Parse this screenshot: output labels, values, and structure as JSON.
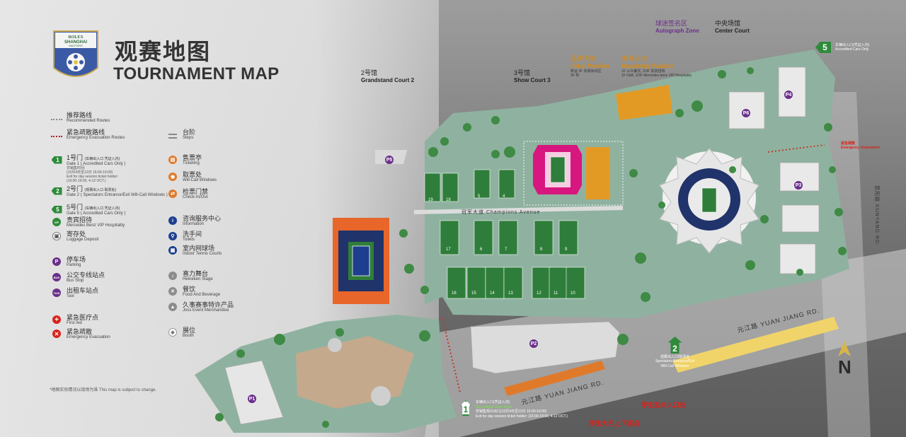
{
  "header": {
    "title_cn": "观赛地图",
    "title_en": "TOURNAMENT MAP",
    "logo": {
      "line1": "ROLEX",
      "line2": "SHANGHAI",
      "line3": "MASTERS"
    }
  },
  "legend": {
    "recommended_routes": {
      "cn": "推荐路线",
      "en": "Recommended Routes"
    },
    "evacuation_routes": {
      "cn": "紧急疏散路线",
      "en": "Emergency Evacuation Routes"
    },
    "steps": {
      "cn": "台阶",
      "en": "Steps"
    },
    "gate1": {
      "num": "1",
      "cn": "1号门",
      "cn_note": "(车辆出入口 凭证入内)",
      "en": "Gate 1 ( Accredited Cars Only )",
      "extra1": "非销售时间:",
      "extra2": "(10月4日至12日 16:00-19:00)",
      "extra3": "Exit for day session ticket holder:",
      "extra4": "(16:00-19:00, 4-12 OCT.)"
    },
    "gate2": {
      "num": "2",
      "cn": "2号门",
      "cn_note": "(观赛出入口 取票处)",
      "en": "Gate 2 ( Spectators Entrance/Exit Will-Call Windows )"
    },
    "gate5": {
      "num": "5",
      "cn": "5号门",
      "cn_note": "(车辆出入口 凭证入内)",
      "en": "Gate 5 ( Accredited Cars Only )"
    },
    "vip": {
      "cn": "贵宾招待",
      "en": "Mercedes Benz VIP Hospitality",
      "sym": "VIP"
    },
    "luggage": {
      "cn": "寄存处",
      "en": "Luggage Deposit"
    },
    "parking": {
      "cn": "停车场",
      "en": "Parking",
      "sym": "P"
    },
    "bus": {
      "cn": "公交专线站点",
      "en": "Bus Stop",
      "sym": "BUS"
    },
    "taxi": {
      "cn": "出租车站点",
      "en": "Taxi",
      "sym": "TAXI"
    },
    "first_aid": {
      "cn": "紧急医疗点",
      "en": "First Aid"
    },
    "evacuation": {
      "cn": "紧急疏散",
      "en": "Emergency Evacuation"
    },
    "ticketing": {
      "cn": "售票亭",
      "en": "Ticketing"
    },
    "will_call": {
      "cn": "取票处",
      "en": "Will-Call Windows"
    },
    "check_in": {
      "cn": "检票门禁",
      "en": "Check-In/Out"
    },
    "information": {
      "cn": "咨询服务中心",
      "en": "Information"
    },
    "toilets": {
      "cn": "洗手间",
      "en": "Toilets"
    },
    "indoor_courts": {
      "cn": "室内网球场",
      "en": "Indoor Tennis Courts"
    },
    "heineken": {
      "cn": "喜力舞台",
      "en": "Heineken Stage"
    },
    "food": {
      "cn": "餐饮",
      "en": "Food And Beverage"
    },
    "merch": {
      "cn": "久事赛事特许产品",
      "en": "Joss Event Merchandise"
    },
    "booth": {
      "cn": "展位",
      "en": "Booth"
    }
  },
  "note": "*地图实际情况以现场为准  This map is subject to change.",
  "map": {
    "center_court": {
      "cn": "中央场馆",
      "en": "Center Court"
    },
    "autograph_zone": {
      "cn": "球迷签名区",
      "en": "Autograph Zone"
    },
    "grandstand": {
      "cn": "2号馆",
      "en": "Grandstand Court 2"
    },
    "show_court": {
      "cn": "3号馆",
      "en": "Show Court 3"
    },
    "retail": {
      "cn": "品牌天地",
      "en": "Retail Pavilion",
      "note1": "新运 2F 贸易休闲区",
      "note2": "2F 桥"
    },
    "hospitality": {
      "cn": "美食天地",
      "en": "Hospitality Pavilion",
      "note1": "1F 公众餐饮, 2/3F 贵宾招待",
      "note2": "1F F&B, 2/3F Mercedes benz VIP Hospitality"
    },
    "champions_avenue": "冠军大道  Champions Avenue",
    "road_yuanjiang_1": "元江路  YUAN JIANG RD.",
    "road_yuanjiang_2": "元江路  YUAN JIANG RD.",
    "road_kunyang": "昆阳路  KUNYANG RD.",
    "student_gate": "学生观众入口处",
    "student_bus": "学生大巴上下客点",
    "evac_label": "紧急疏散",
    "evac_label_en": "Emergency Evacuation",
    "gate5_sign": {
      "num": "5",
      "cn": "车辆出入口(凭证入内)",
      "en": "Accredited Cars Only"
    },
    "gate1_sign": {
      "num": "1",
      "cn": "车辆出入口(凭证入内)",
      "en": "Accredited Cars Only",
      "extra1": "非销售观众出口(10月4日至12日 16:00-19:00)",
      "extra2": "Exit for day session ticket holder: (16:00-19:00, 4-12 OCT.)"
    },
    "gate2_sign": {
      "num": "2",
      "cn": "观赛出入口/取票处",
      "en": "Spectators Entrance/Exit",
      "en2": "Will-Call Windows"
    },
    "north": "N",
    "parking_labels": [
      "P1",
      "P2",
      "P3",
      "P4",
      "P5",
      "P6"
    ],
    "court_numbers": [
      "19",
      "18",
      "5",
      "4",
      "17",
      "6",
      "7",
      "8",
      "9",
      "16",
      "15",
      "14",
      "13",
      "12",
      "11",
      "10"
    ],
    "route_sym": "VIP"
  },
  "colors": {
    "venue_green": "#8fb2a0",
    "tree_green": "#3f8a45",
    "court_green": "#2f7d3a",
    "court_blue": "#1e3f8f",
    "gate_green": "#2e8b3a",
    "grandstand_orange": "#e8662a",
    "show_court_magenta": "#d7177f",
    "pavilion_orange": "#e39a25",
    "parking_purple": "#6a2f8a",
    "road_yellow": "#f0d46a",
    "road_orange": "#e07a2b",
    "route_red": "#c0392b",
    "center_court_navy": "#20336b"
  }
}
